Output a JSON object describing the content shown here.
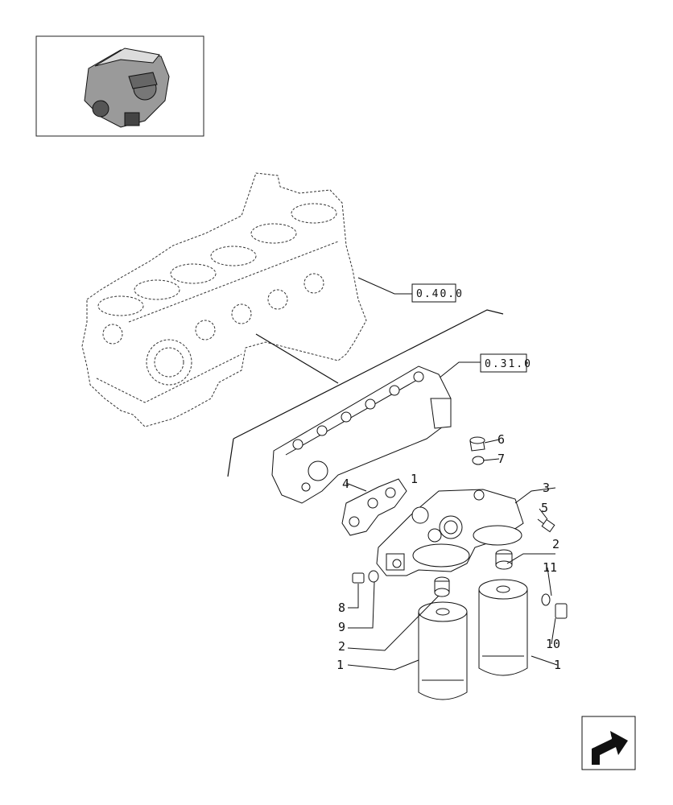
{
  "diagram": {
    "reference_codes": [
      "0.40.0",
      "0.31.0"
    ],
    "callouts": {
      "c1a": "1",
      "c1b": "1",
      "c1c": "1",
      "c2a": "2",
      "c2b": "2",
      "c3": "3",
      "c4": "4",
      "c5": "5",
      "c6": "6",
      "c7": "7",
      "c8": "8",
      "c9": "9",
      "c10": "10",
      "c11": "11"
    }
  },
  "nav": {
    "next_icon": "next-page-arrow-icon"
  }
}
